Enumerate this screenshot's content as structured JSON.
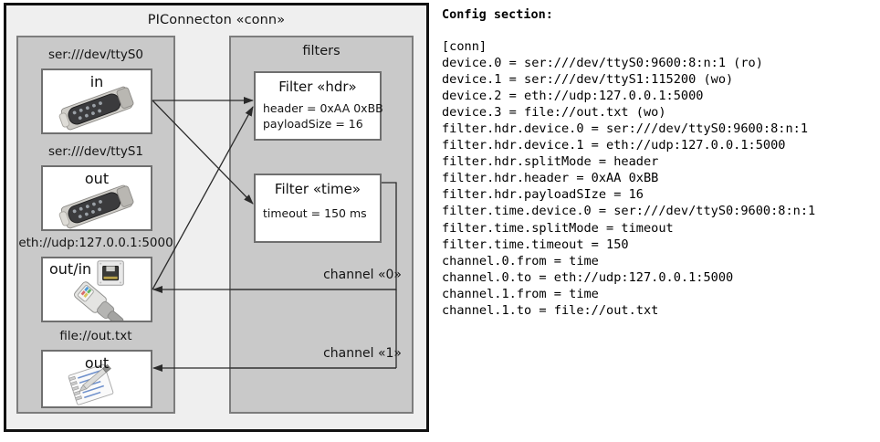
{
  "diagram": {
    "outer_title": "PIConnecton «conn»",
    "devices_panel": {
      "name": "devices",
      "devices": [
        {
          "caption": "ser:///dev/ttyS0",
          "label": "in",
          "icon": "serial-db9-icon"
        },
        {
          "caption": "ser:///dev/ttyS1",
          "label": "out",
          "icon": "serial-db9-icon"
        },
        {
          "caption": "eth://udp:127.0.0.1:5000",
          "label": "out/in",
          "icon": "ethernet-jack-icon"
        },
        {
          "caption": "file://out.txt",
          "label": "out",
          "icon": "notepad-pencil-icon"
        }
      ]
    },
    "filters_panel": {
      "title": "filters",
      "filters": [
        {
          "title": "Filter «hdr»",
          "props": [
            "header = 0xAA 0xBB",
            "payloadSize = 16"
          ]
        },
        {
          "title": "Filter «time»",
          "props": [
            "timeout = 150 ms"
          ]
        }
      ],
      "channels": [
        {
          "label": "channel «0»"
        },
        {
          "label": "channel «1»"
        }
      ]
    },
    "colors": {
      "outer_background": "#efefef",
      "panel_background": "#c9c9c9",
      "panel_border": "#7d7d7d",
      "box_background": "#ffffff",
      "box_border": "#6f6f6f",
      "frame_border": "#111111",
      "connector_line": "#2a2a2a"
    }
  },
  "config": {
    "heading": "Config section:",
    "lines": [
      "[conn]",
      "device.0 = ser:///dev/ttyS0:9600:8:n:1 (ro)",
      "device.1 = ser:///dev/ttyS1:115200 (wo)",
      "device.2 = eth://udp:127.0.0.1:5000",
      "device.3 = file://out.txt (wo)",
      "filter.hdr.device.0 = ser:///dev/ttyS0:9600:8:n:1",
      "filter.hdr.device.1 = eth://udp:127.0.0.1:5000",
      "filter.hdr.splitMode = header",
      "filter.hdr.header = 0xAA 0xBB",
      "filter.hdr.payloadSIze = 16",
      "filter.time.device.0 = ser:///dev/ttyS0:9600:8:n:1",
      "filter.time.splitMode = timeout",
      "filter.time.timeout = 150",
      "channel.0.from = time",
      "channel.0.to = eth://udp:127.0.0.1:5000",
      "channel.1.from = time",
      "channel.1.to = file://out.txt"
    ]
  }
}
